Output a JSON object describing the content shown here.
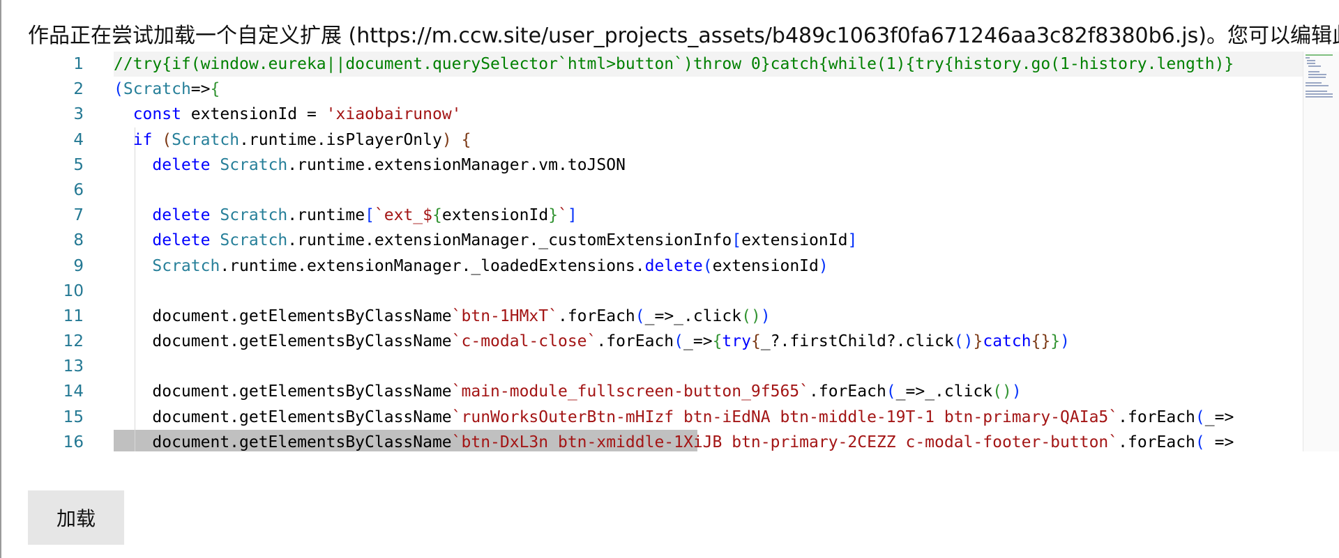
{
  "dialog": {
    "message": "作品正在尝试加载一个自定义扩展 (https://m.ccw.site/user_projects_assets/b489c1063f0fa671246aa3c82f8380b6.js)。您可以编辑此扩"
  },
  "editor": {
    "language": "javascript",
    "selected_line": 16,
    "lines": [
      {
        "n": "1",
        "tokens": [
          {
            "t": "//try{if(window.eureka||document.querySelector`html>button`)throw 0}catch{while(1){try{history.go(1-history.length)}",
            "c": "comment"
          }
        ]
      },
      {
        "n": "2",
        "tokens": [
          {
            "t": "(",
            "c": "b1"
          },
          {
            "t": "Scratch",
            "c": "type"
          },
          {
            "t": "=>",
            "c": "plain"
          },
          {
            "t": "{",
            "c": "b2"
          }
        ]
      },
      {
        "n": "3",
        "tokens": [
          {
            "t": "  ",
            "c": "plain"
          },
          {
            "t": "const",
            "c": "kw"
          },
          {
            "t": " extensionId = ",
            "c": "plain"
          },
          {
            "t": "'xiaobairunow'",
            "c": "string"
          }
        ]
      },
      {
        "n": "4",
        "tokens": [
          {
            "t": "  ",
            "c": "plain"
          },
          {
            "t": "if",
            "c": "kw"
          },
          {
            "t": " ",
            "c": "plain"
          },
          {
            "t": "(",
            "c": "b3"
          },
          {
            "t": "Scratch",
            "c": "type"
          },
          {
            "t": ".runtime.isPlayerOnly",
            "c": "plain"
          },
          {
            "t": ")",
            "c": "b3"
          },
          {
            "t": " ",
            "c": "plain"
          },
          {
            "t": "{",
            "c": "b3"
          }
        ]
      },
      {
        "n": "5",
        "tokens": [
          {
            "t": "    ",
            "c": "plain"
          },
          {
            "t": "delete",
            "c": "kw"
          },
          {
            "t": " ",
            "c": "plain"
          },
          {
            "t": "Scratch",
            "c": "type"
          },
          {
            "t": ".runtime.extensionManager.vm.toJSON",
            "c": "plain"
          }
        ]
      },
      {
        "n": "6",
        "tokens": []
      },
      {
        "n": "7",
        "tokens": [
          {
            "t": "    ",
            "c": "plain"
          },
          {
            "t": "delete",
            "c": "kw"
          },
          {
            "t": " ",
            "c": "plain"
          },
          {
            "t": "Scratch",
            "c": "type"
          },
          {
            "t": ".runtime",
            "c": "plain"
          },
          {
            "t": "[",
            "c": "b1"
          },
          {
            "t": "`ext_$",
            "c": "string"
          },
          {
            "t": "{",
            "c": "b2"
          },
          {
            "t": "extensionId",
            "c": "plain"
          },
          {
            "t": "}",
            "c": "b2"
          },
          {
            "t": "`",
            "c": "string"
          },
          {
            "t": "]",
            "c": "b1"
          }
        ]
      },
      {
        "n": "8",
        "tokens": [
          {
            "t": "    ",
            "c": "plain"
          },
          {
            "t": "delete",
            "c": "kw"
          },
          {
            "t": " ",
            "c": "plain"
          },
          {
            "t": "Scratch",
            "c": "type"
          },
          {
            "t": ".runtime.extensionManager._customExtensionInfo",
            "c": "plain"
          },
          {
            "t": "[",
            "c": "b1"
          },
          {
            "t": "extensionId",
            "c": "plain"
          },
          {
            "t": "]",
            "c": "b1"
          }
        ]
      },
      {
        "n": "9",
        "tokens": [
          {
            "t": "    ",
            "c": "plain"
          },
          {
            "t": "Scratch",
            "c": "type"
          },
          {
            "t": ".runtime.extensionManager._loadedExtensions.",
            "c": "plain"
          },
          {
            "t": "delete",
            "c": "kw"
          },
          {
            "t": "(",
            "c": "b1"
          },
          {
            "t": "extensionId",
            "c": "plain"
          },
          {
            "t": ")",
            "c": "b1"
          }
        ]
      },
      {
        "n": "10",
        "tokens": []
      },
      {
        "n": "11",
        "tokens": [
          {
            "t": "    document.getElementsByClassName",
            "c": "plain"
          },
          {
            "t": "`btn-1HMxT`",
            "c": "string"
          },
          {
            "t": ".forEach",
            "c": "plain"
          },
          {
            "t": "(",
            "c": "b1"
          },
          {
            "t": "_=>_.click",
            "c": "plain"
          },
          {
            "t": "()",
            "c": "b2"
          },
          {
            "t": ")",
            "c": "b1"
          }
        ]
      },
      {
        "n": "12",
        "tokens": [
          {
            "t": "    document.getElementsByClassName",
            "c": "plain"
          },
          {
            "t": "`c-modal-close`",
            "c": "string"
          },
          {
            "t": ".forEach",
            "c": "plain"
          },
          {
            "t": "(",
            "c": "b1"
          },
          {
            "t": "_=>",
            "c": "plain"
          },
          {
            "t": "{",
            "c": "b2"
          },
          {
            "t": "try",
            "c": "kw"
          },
          {
            "t": "{",
            "c": "b3"
          },
          {
            "t": "_?.firstChild?.click",
            "c": "plain"
          },
          {
            "t": "()",
            "c": "b1"
          },
          {
            "t": "}",
            "c": "b3"
          },
          {
            "t": "catch",
            "c": "kw"
          },
          {
            "t": "{}",
            "c": "b3"
          },
          {
            "t": "}",
            "c": "b2"
          },
          {
            "t": ")",
            "c": "b1"
          }
        ]
      },
      {
        "n": "13",
        "tokens": []
      },
      {
        "n": "14",
        "tokens": [
          {
            "t": "    document.getElementsByClassName",
            "c": "plain"
          },
          {
            "t": "`main-module_fullscreen-button_9f565`",
            "c": "string"
          },
          {
            "t": ".forEach",
            "c": "plain"
          },
          {
            "t": "(",
            "c": "b1"
          },
          {
            "t": "_=>_.click",
            "c": "plain"
          },
          {
            "t": "()",
            "c": "b2"
          },
          {
            "t": ")",
            "c": "b1"
          }
        ]
      },
      {
        "n": "15",
        "tokens": [
          {
            "t": "    document.getElementsByClassName",
            "c": "plain"
          },
          {
            "t": "`runWorksOuterBtn-mHIzf btn-iEdNA btn-middle-19T-1 btn-primary-QAIa5`",
            "c": "string"
          },
          {
            "t": ".forEach",
            "c": "plain"
          },
          {
            "t": "(",
            "c": "b1"
          },
          {
            "t": "_=>",
            "c": "plain"
          }
        ]
      },
      {
        "n": "16",
        "tokens": [
          {
            "t": "    document.getElementsByClassName",
            "c": "plain"
          },
          {
            "t": "`btn-DxL3n btn-xmiddle-1XiJB btn-primary-2CEZZ c-modal-footer-button`",
            "c": "string"
          },
          {
            "t": ".forEach",
            "c": "plain"
          },
          {
            "t": "(",
            "c": "b1"
          },
          {
            "t": " =>",
            "c": "plain"
          }
        ]
      }
    ]
  },
  "footer": {
    "load_label": "加载"
  },
  "colors": {
    "comment": "#008000",
    "keyword": "#0000ff",
    "string": "#a31515",
    "type": "#267f99",
    "line_number": "#237893",
    "selection": "#c0c0c0",
    "button_bg": "#e6e6e6"
  }
}
